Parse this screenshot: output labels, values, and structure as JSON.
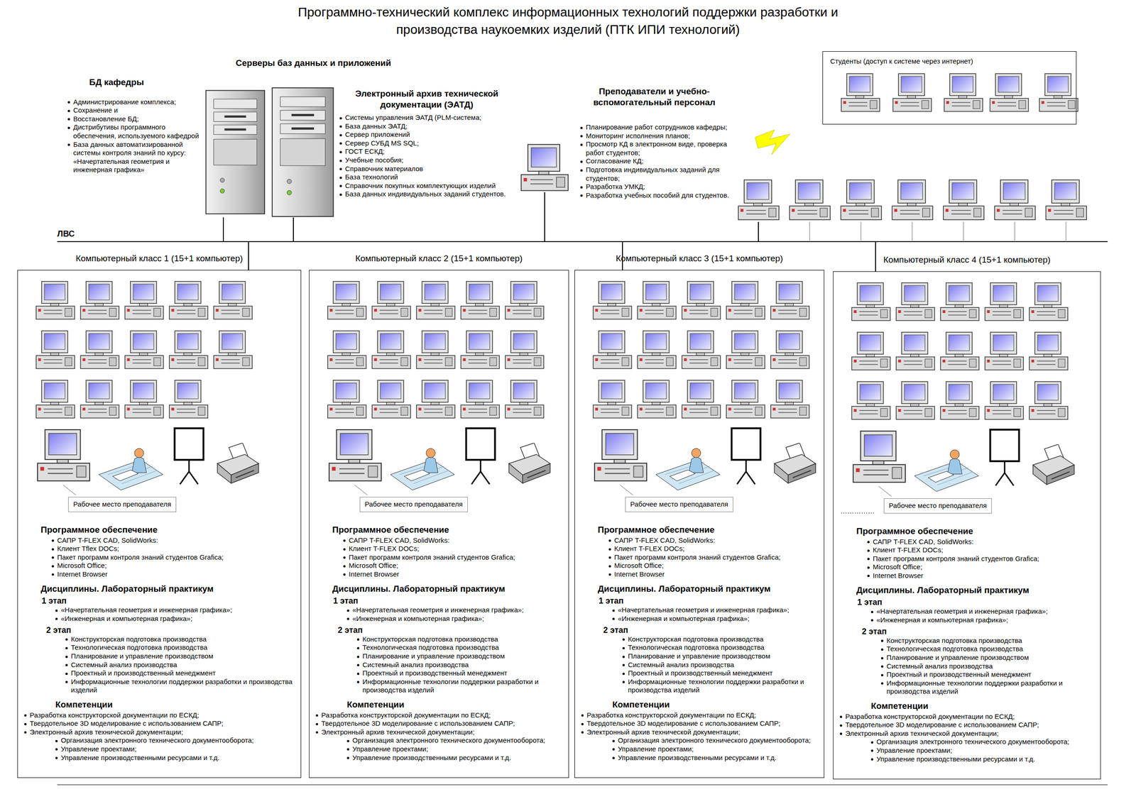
{
  "diagram": {
    "title": "Программно-технический комплекс информационных технологий поддержки разработки и производства наукоемких изделий (ПТК ИПИ технологий)",
    "nodes": [
      {
        "text": [
          "БД кафедры",
          "Администрирование комплекса;",
          "Сохранение и",
          "Восстановление БД;",
          "Дистрибутивы программного обеспечения, используемого кафедрой",
          "База данных автоматизированной системы контроля знаний по курсу: «Начертательная геометрия и инженерная графика»"
        ]
      },
      {
        "text": [
          "Электронный архив технической документации (ЭАТД)",
          "Системы управления ЭАТД (PLM-система;",
          "База данных ЭАТД;",
          "Сервер приложений",
          "Сервер СУБД MS SQL;",
          "ГОСТ ЕСКД;",
          "Учебные пособия;",
          "Справочник материалов",
          "База технологий",
          "Справочник покупных комплектующих изделий",
          "База данных индивидуальных заданий студентов."
        ]
      },
      {
        "text": [
          "Преподаватели и учебно-вспомогательный персонал",
          "Планирование работ сотрудников кафедры;",
          "Мониторинг исполнения планов;",
          "Просмотр КД в электронном виде, проверка работ студентов;",
          "Согласование КД;",
          "Подготовка индивидуальных заданий для студентов;",
          "Разработка УМКД;",
          "Разработка учебных пособий для студентов."
        ]
      },
      {
        "text": [
          "Студенты (доступ к системе через интернет)"
        ]
      },
      {
        "text": [
          "Компьютерный класс 1 (15+1 компьютер)",
          "Программное обеспечение",
          "САПР T-FLEX CAD, SolidWorks:",
          "Клиент Tflex DOCs;",
          "Пакет программ контроля знаний студентов Grafica;",
          "Microsoft Office;",
          "Internet Browser",
          "Дисциплины. Лабораторный практикум",
          "1 этап",
          "«Начертательная геометрия и инженерная графика»;",
          "«Инженерная и компьютерная графика»;",
          "2 этап",
          "Конструкторская подготовка производства",
          "Технологическая подготовка производства",
          "Планирование и управление производством",
          "Системный анализ производства",
          "Проектный и производственный менеджмент",
          "Информационные технологии поддержки разработки и производства изделий",
          "Компетенции",
          "Разработка конструкторской документации по ЕСКД;",
          "Твердотельное 3D моделирование с использованием САПР;",
          "Электронный архив технической документации;",
          "Организация электронного технического документооборота;",
          "Управление проектами;",
          "Управление производственными ресурсами и т.д."
        ]
      },
      {
        "text": [
          "Рабочее место преподавателя"
        ],
        "in": 4
      },
      {
        "text": [
          "Компьютерный класс 2 (15+1 компьютер)",
          "Программное обеспечение",
          "САПР T-FLEX CAD, SolidWorks:",
          "Клиент T-FLEX DOCs;",
          "Пакет программ контроля знаний студентов Grafica;",
          "Microsoft Office;",
          "Internet Browser",
          "Дисциплины. Лабораторный практикум",
          "1 этап",
          "«Начертательная геометрия и инженерная графика»;",
          "«Инженерная и компьютерная графика»;",
          "2 этап",
          "Конструкторская подготовка производства",
          "Технологическая подготовка производства",
          "Планирование и управление производством",
          "Системный анализ производства",
          "Проектный и производственный менеджмент",
          "Информационные технологии поддержки разработки и производства изделий",
          "Компетенции",
          "Разработка конструкторской документации по ЕСКД;",
          "Твердотельное 3D моделирование с использованием САПР;",
          "Электронный архив технической документации;",
          "Организация электронного технического документооборота;",
          "Управление проектами;",
          "Управление производственными ресурсами и т.д."
        ]
      },
      {
        "text": [
          "Рабочее место преподавателя"
        ],
        "in": 6
      },
      {
        "text": [
          "Компьютерный класс 3 (15+1 компьютер)",
          "Программное обеспечение",
          "САПР T-FLEX CAD, SolidWorks:",
          "Клиент T-FLEX DOCs;",
          "Пакет программ контроля знаний студентов Grafica;",
          "Microsoft Office;",
          "Internet Browser",
          "Дисциплины. Лабораторный практикум",
          "1 этап",
          "«Начертательная геометрия и инженерная графика»;",
          "«Инженерная и компьютерная графика»;",
          "2 этап",
          "Конструкторская подготовка производства",
          "Технологическая подготовка производства",
          "Планирование и управление производством",
          "Системный анализ производства",
          "Проектный и производственный менеджмент",
          "Информационные технологии поддержки разработки и производства изделий",
          "Компетенции",
          "Разработка конструкторской документации по ЕСКД;",
          "Твердотельное 3D моделирование с использованием САПР;",
          "Электронный архив технической документации;",
          "Организация электронного технического документооборота;",
          "Управление проектами;",
          "Управление производственными ресурсами и т.д."
        ]
      },
      {
        "text": [
          "Рабочее место преподавателя"
        ],
        "in": 8
      },
      {
        "text": [
          "Компьютерный класс 4 (15+1 компьютер)",
          "Программное обеспечение",
          "САПР T-FLEX CAD, SolidWorks:",
          "Клиент T-FLEX DOCs;",
          "Пакет программ контроля знаний студентов Grafica;",
          "Microsoft Office;",
          "Internet Browser",
          "Дисциплины. Лабораторный практикум",
          "1 этап",
          "«Начертательная геометрия и инженерная графика»;",
          "«Инженерная и компьютерная графика»;",
          "2 этап",
          "Конструкторская подготовка производства",
          "Технологическая подготовка производства",
          "Планирование и управление производством",
          "Системный анализ производства",
          "Проектный и производственный менеджмент",
          "Информационные технологии поддержки разработки и производства изделий",
          "Компетенции",
          "Разработка конструкторской документации по ЕСКД;",
          "Твердотельное 3D моделирование с использованием САПР;",
          "Электронный архив технической документации;",
          "Организация электронного технического документооборота;",
          "Управление проектами;",
          "Управление производственными ресурсами и т.д."
        ]
      },
      {
        "text": [
          "Рабочее место преподавателя"
        ],
        "in": 10
      }
    ],
    "labels": [
      "Серверы баз данных и приложений",
      "ЛВС",
      "……………"
    ]
  }
}
